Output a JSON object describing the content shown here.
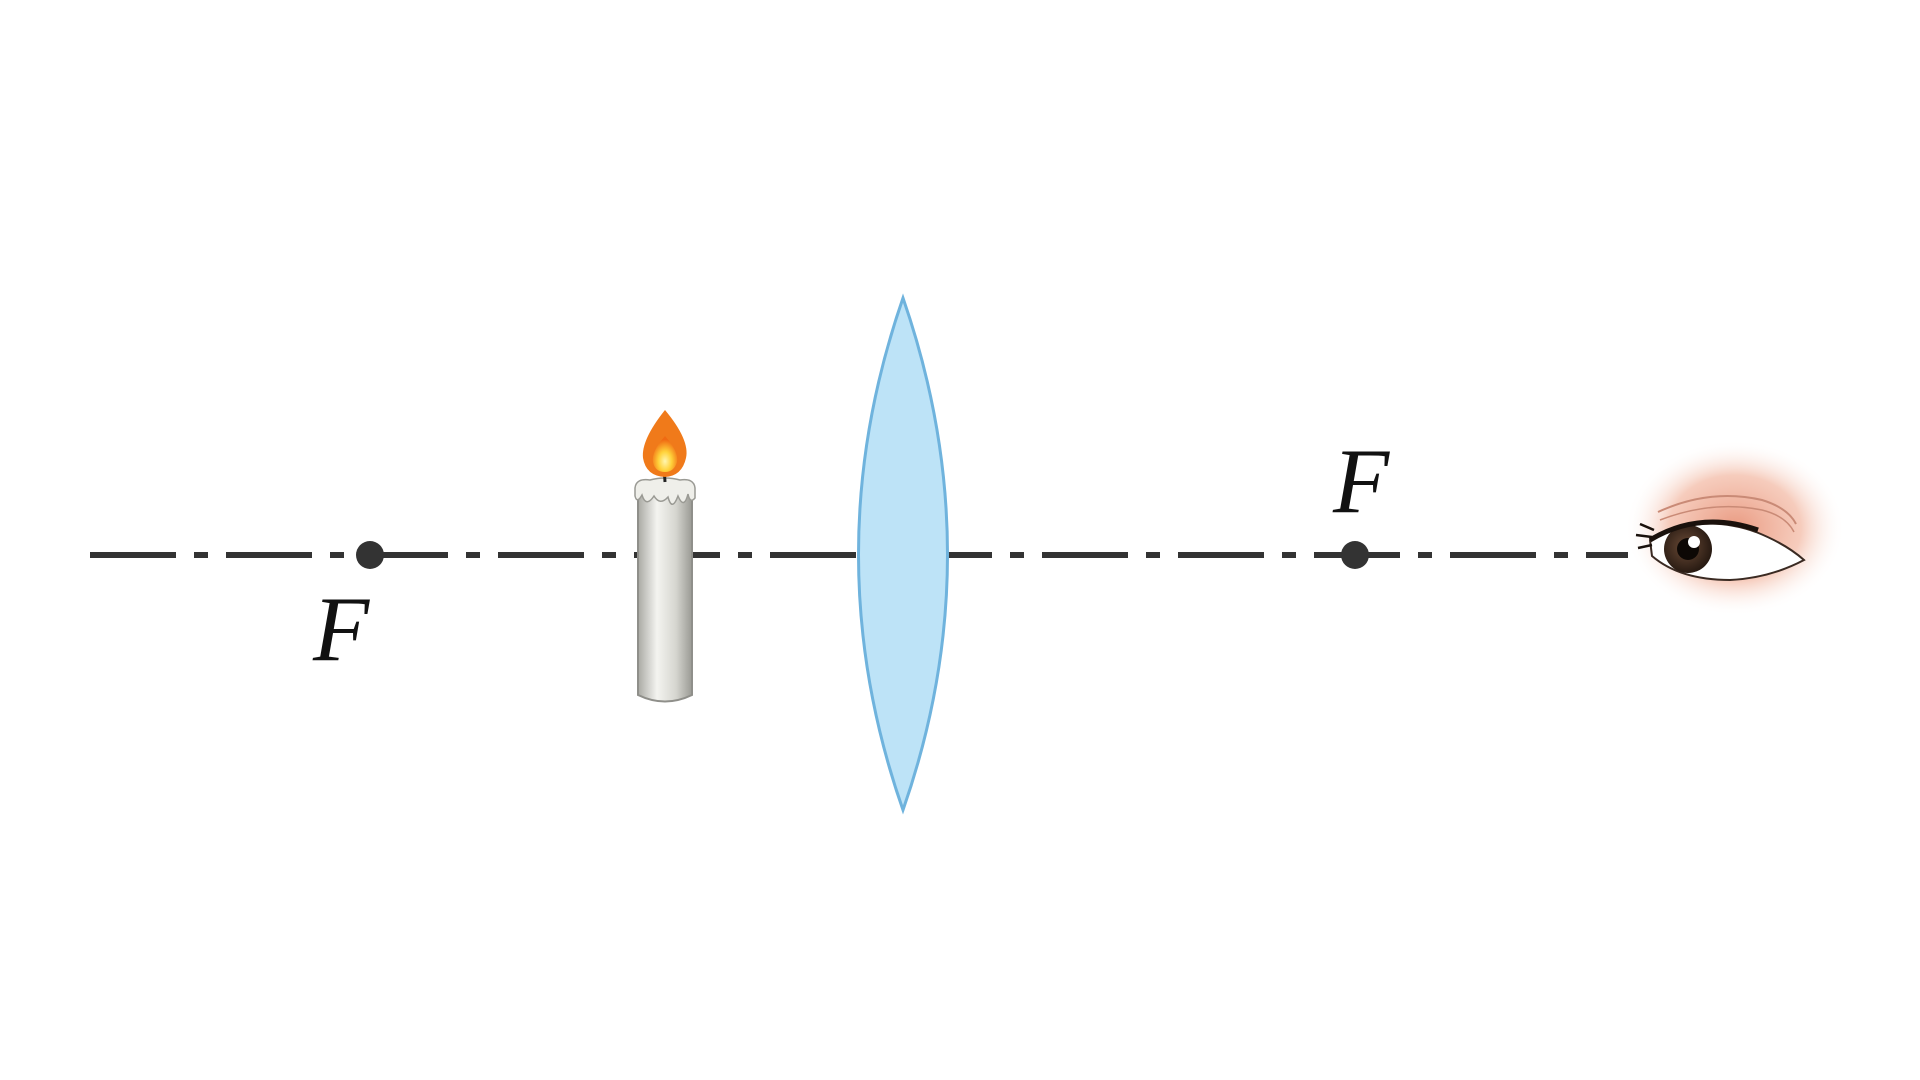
{
  "diagram": {
    "labels": {
      "focal_left": "F",
      "focal_right": "F"
    },
    "colors": {
      "axis": "#333333",
      "lens_fill": "#bde3f7",
      "lens_stroke": "#6fb3dd",
      "candle_body": "#d9d9d4",
      "flame_outer": "#f07a1a",
      "flame_inner": "#ffe14a",
      "eye_iris": "#3a2a22",
      "eye_skin": "#f0a98f"
    },
    "objects": {
      "light_source": "candle-icon",
      "optic": "convex-lens",
      "observer": "eye-icon"
    }
  }
}
